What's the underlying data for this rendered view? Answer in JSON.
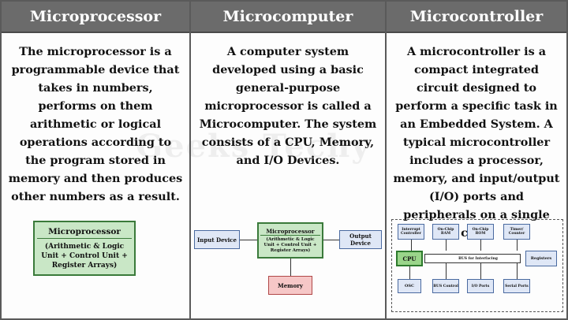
{
  "columns": [
    {
      "title": "Microprocessor",
      "description": "The microprocessor is a programmable device that takes in numbers, performs on them arithmetic or logical operations according to the program stored in memory and then produces other numbers as a result."
    },
    {
      "title": "Microcomputer",
      "description": "A computer system developed using a basic general-purpose microprocessor is called a Microcomputer. The system consists of a CPU, Memory, and I/O Devices."
    },
    {
      "title": "Microcontroller",
      "description": "A microcontroller is a compact integrated circuit designed to perform a specific task in an Embedded System. A typical microcontroller includes a processor, memory, and input/output (I/O) ports and peripherals on a single chip."
    }
  ],
  "mp_diagram": {
    "title": "Microprocessor",
    "detail": "(Arithmetic & Logic Unit + Control Unit + Register Arrays)"
  },
  "mc_diagram": {
    "input": "Input Device",
    "mp_title": "Microprocessor",
    "mp_detail": "(Arithmetic & Logic Unit + Control Unit + Register Arrays)",
    "output": "Output Device",
    "memory": "Memory"
  },
  "mcu_diagram": {
    "interrupt": "Interrupt Controller",
    "ram": "On-Chip RAM",
    "rom": "On-Chip ROM",
    "timer": "Timer/ Counter",
    "cpu": "CPU",
    "bus": "BUS for Interfacing",
    "registers": "Registers",
    "osc": "OSC",
    "bus_control": "BUS Control",
    "io_ports": "I/O Ports",
    "serial": "Serial Ports"
  },
  "watermark": "Geeks Techy"
}
